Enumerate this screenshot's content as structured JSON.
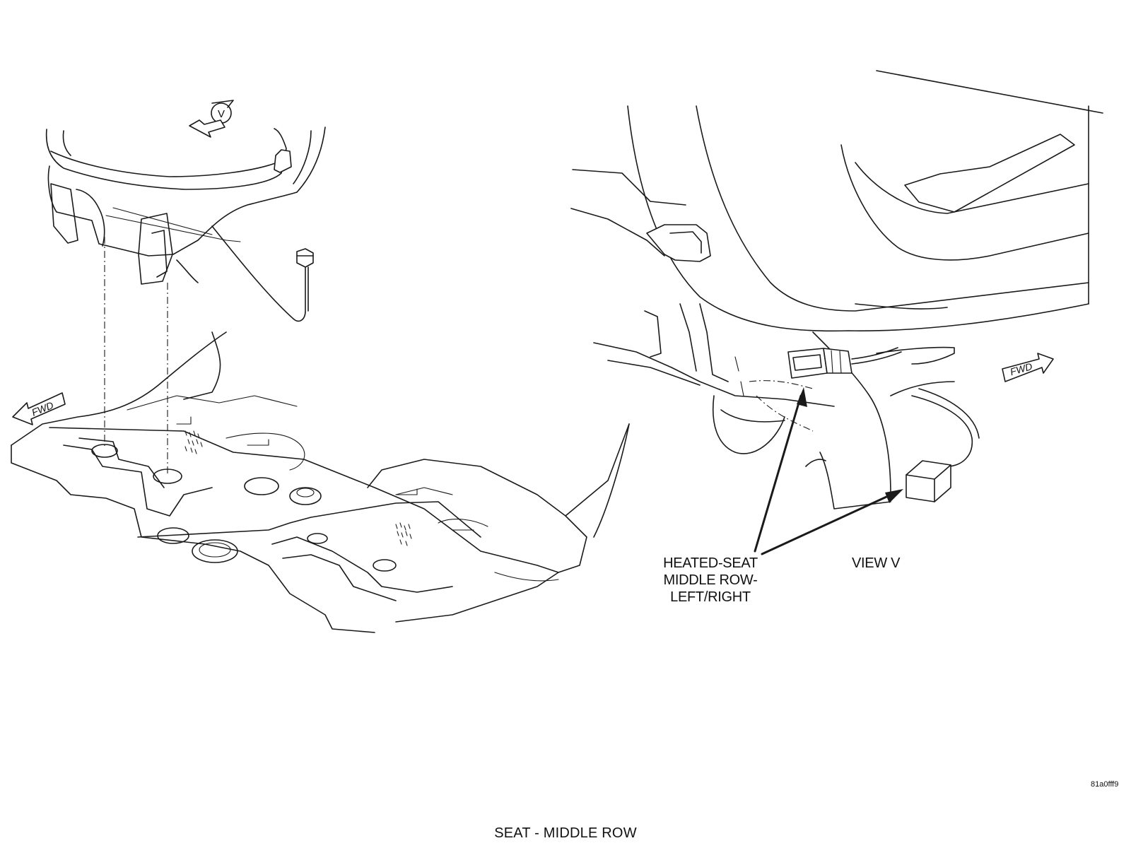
{
  "figure": {
    "caption": "SEAT - MIDDLE ROW",
    "figure_code": "81a0fff9"
  },
  "labels": {
    "connector_callout": [
      "HEATED-SEAT",
      "MIDDLE ROW-",
      "LEFT/RIGHT"
    ],
    "view_label": "VIEW V",
    "view_marker": "V",
    "fwd_left": "FWD",
    "fwd_right": "FWD"
  },
  "colors": {
    "line": "#1a1a1a",
    "background": "#ffffff"
  }
}
